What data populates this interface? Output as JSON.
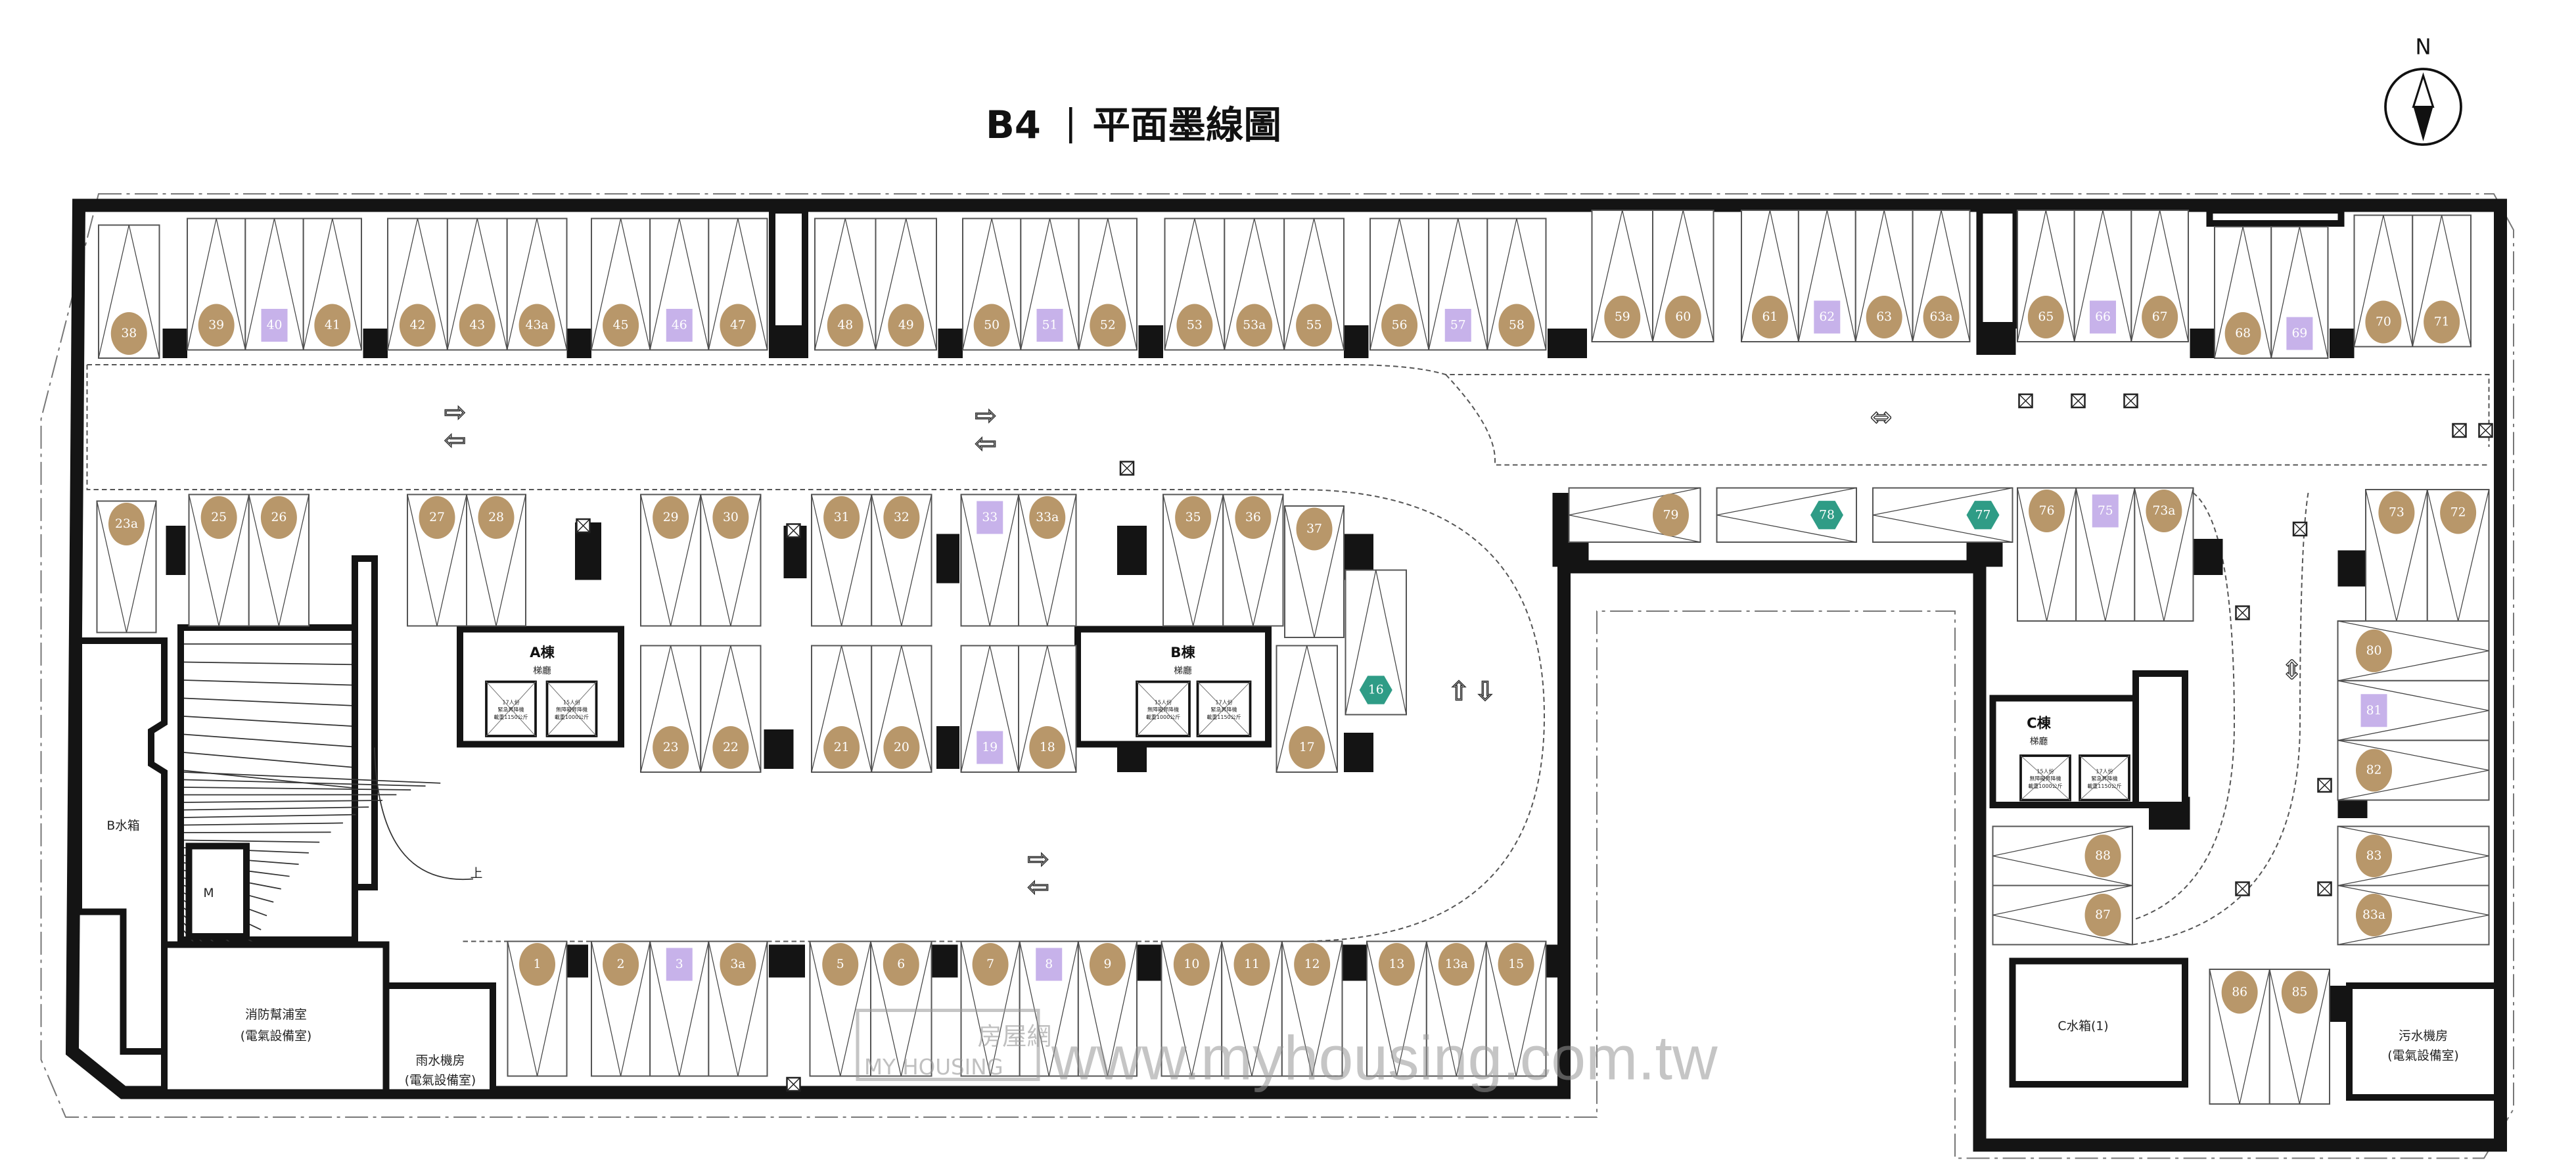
{
  "title": {
    "level": "B4",
    "separator": "|",
    "name": "平面墨線圖"
  },
  "compass": {
    "label": "N"
  },
  "colors": {
    "standard": "#b8976a",
    "square": "#c7b2ea",
    "hex": "#2f9c86",
    "wall": "#141414"
  },
  "spaces": {
    "top_row": [
      {
        "no": "38",
        "type": "standard"
      },
      {
        "no": "39",
        "type": "standard"
      },
      {
        "no": "40",
        "type": "square"
      },
      {
        "no": "41",
        "type": "standard"
      },
      {
        "no": "42",
        "type": "standard"
      },
      {
        "no": "43",
        "type": "standard"
      },
      {
        "no": "43a",
        "type": "standard"
      },
      {
        "no": "45",
        "type": "standard"
      },
      {
        "no": "46",
        "type": "square"
      },
      {
        "no": "47",
        "type": "standard"
      },
      {
        "no": "48",
        "type": "standard"
      },
      {
        "no": "49",
        "type": "standard"
      },
      {
        "no": "50",
        "type": "standard"
      },
      {
        "no": "51",
        "type": "square"
      },
      {
        "no": "52",
        "type": "standard"
      },
      {
        "no": "53",
        "type": "standard"
      },
      {
        "no": "53a",
        "type": "standard"
      },
      {
        "no": "55",
        "type": "standard"
      },
      {
        "no": "56",
        "type": "standard"
      },
      {
        "no": "57",
        "type": "square"
      },
      {
        "no": "58",
        "type": "standard"
      },
      {
        "no": "59",
        "type": "standard"
      },
      {
        "no": "60",
        "type": "standard"
      },
      {
        "no": "61",
        "type": "standard"
      },
      {
        "no": "62",
        "type": "square"
      },
      {
        "no": "63",
        "type": "standard"
      },
      {
        "no": "63a",
        "type": "standard"
      },
      {
        "no": "65",
        "type": "standard"
      },
      {
        "no": "66",
        "type": "square"
      },
      {
        "no": "67",
        "type": "standard"
      },
      {
        "no": "68",
        "type": "standard"
      },
      {
        "no": "69",
        "type": "square"
      },
      {
        "no": "70",
        "type": "standard"
      },
      {
        "no": "71",
        "type": "standard"
      }
    ],
    "middle_upper_row": [
      {
        "no": "23a",
        "type": "standard"
      },
      {
        "no": "25",
        "type": "standard"
      },
      {
        "no": "26",
        "type": "standard"
      },
      {
        "no": "27",
        "type": "standard"
      },
      {
        "no": "28",
        "type": "standard"
      },
      {
        "no": "29",
        "type": "standard"
      },
      {
        "no": "30",
        "type": "standard"
      },
      {
        "no": "31",
        "type": "standard"
      },
      {
        "no": "32",
        "type": "standard"
      },
      {
        "no": "33",
        "type": "square"
      },
      {
        "no": "33a",
        "type": "standard"
      },
      {
        "no": "35",
        "type": "standard"
      },
      {
        "no": "36",
        "type": "standard"
      },
      {
        "no": "37",
        "type": "standard"
      },
      {
        "no": "16",
        "type": "hex"
      }
    ],
    "middle_lower_row": [
      {
        "no": "23",
        "type": "standard"
      },
      {
        "no": "22",
        "type": "standard"
      },
      {
        "no": "21",
        "type": "standard"
      },
      {
        "no": "20",
        "type": "standard"
      },
      {
        "no": "19",
        "type": "square"
      },
      {
        "no": "18",
        "type": "standard"
      },
      {
        "no": "17",
        "type": "standard"
      }
    ],
    "bottom_row": [
      {
        "no": "1",
        "type": "standard"
      },
      {
        "no": "2",
        "type": "standard"
      },
      {
        "no": "3",
        "type": "square"
      },
      {
        "no": "3a",
        "type": "standard"
      },
      {
        "no": "5",
        "type": "standard"
      },
      {
        "no": "6",
        "type": "standard"
      },
      {
        "no": "7",
        "type": "standard"
      },
      {
        "no": "8",
        "type": "square"
      },
      {
        "no": "9",
        "type": "standard"
      },
      {
        "no": "10",
        "type": "standard"
      },
      {
        "no": "11",
        "type": "standard"
      },
      {
        "no": "12",
        "type": "standard"
      },
      {
        "no": "13",
        "type": "standard"
      },
      {
        "no": "13a",
        "type": "standard"
      },
      {
        "no": "15",
        "type": "standard"
      }
    ],
    "right_section": [
      {
        "no": "79",
        "type": "standard"
      },
      {
        "no": "78",
        "type": "hex"
      },
      {
        "no": "77",
        "type": "hex"
      },
      {
        "no": "76",
        "type": "standard"
      },
      {
        "no": "75",
        "type": "square"
      },
      {
        "no": "73a",
        "type": "standard"
      },
      {
        "no": "73",
        "type": "standard"
      },
      {
        "no": "72",
        "type": "standard"
      },
      {
        "no": "80",
        "type": "standard"
      },
      {
        "no": "81",
        "type": "square"
      },
      {
        "no": "82",
        "type": "standard"
      },
      {
        "no": "83",
        "type": "standard"
      },
      {
        "no": "83a",
        "type": "standard"
      },
      {
        "no": "88",
        "type": "standard"
      },
      {
        "no": "87",
        "type": "standard"
      },
      {
        "no": "86",
        "type": "standard"
      },
      {
        "no": "85",
        "type": "standard"
      }
    ]
  },
  "cores": {
    "a": {
      "name": "A棟",
      "sub": "梯廳",
      "lifts": [
        [
          "17人份",
          "緊急昇降機",
          "載重1150公斤"
        ],
        [
          "15人份",
          "無障礙昇降機",
          "載重1000公斤"
        ]
      ]
    },
    "b": {
      "name": "B棟",
      "sub": "梯廳",
      "lifts": [
        [
          "15人份",
          "無障礙昇降機",
          "載重1000公斤"
        ],
        [
          "17人份",
          "緊急昇降機",
          "載重1150公斤"
        ]
      ]
    },
    "c": {
      "name": "C棟",
      "sub": "梯廳",
      "lifts": [
        [
          "15人份",
          "無障礙昇降機",
          "載重1000公斤"
        ],
        [
          "17人份",
          "緊急昇降機",
          "載重1150公斤"
        ]
      ]
    }
  },
  "rooms": {
    "b_tank": "B水箱",
    "fire_pump": {
      "name": "消防幫浦室",
      "sub": "(電氣設備室)"
    },
    "rain_pump": {
      "name": "雨水機房",
      "sub": "(電氣設備室)"
    },
    "c_tank": "C水箱(1)",
    "sewage": {
      "name": "污水機房",
      "sub": "(電氣設備室)"
    },
    "lift_m": "M",
    "stair_up": "上"
  },
  "arrows": {
    "right": "⇨",
    "left": "⇦",
    "up": "⇧",
    "down": "⇩",
    "both_h": "⇔",
    "both_v": "⇕"
  },
  "watermark": {
    "url": "www.myhousing.com.tw",
    "logo_cn": "房屋網",
    "logo_en": "MY HOUSING"
  }
}
